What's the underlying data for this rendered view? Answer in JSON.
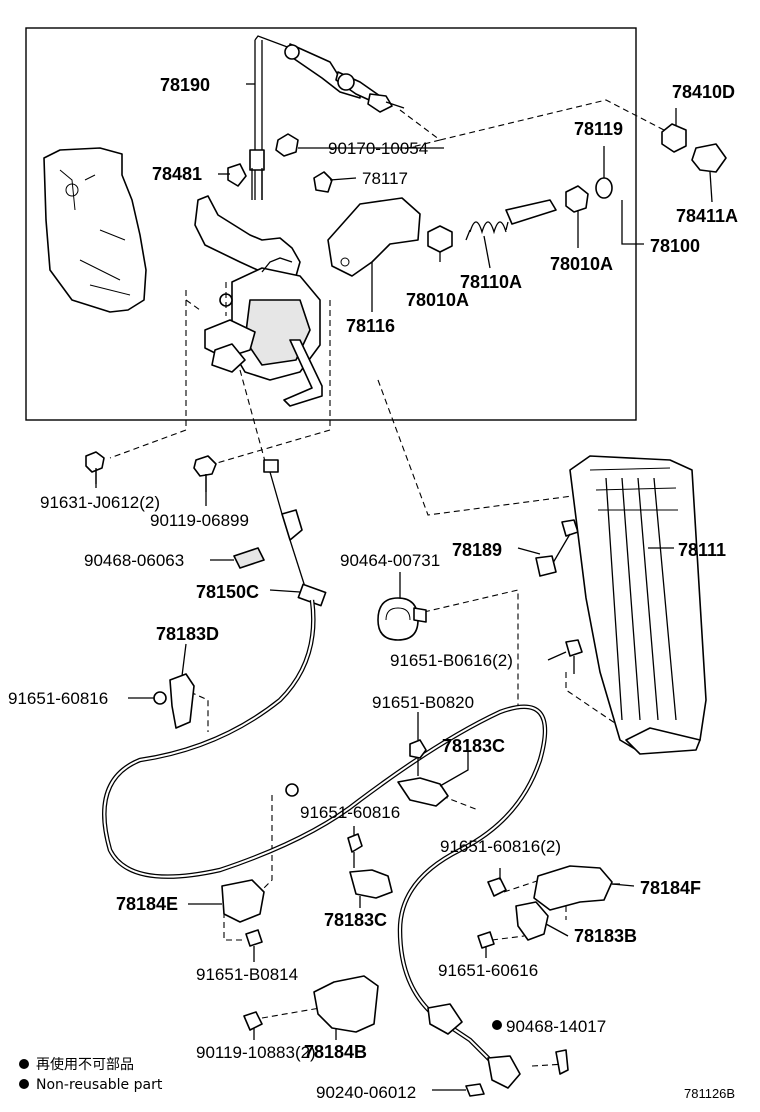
{
  "labels": {
    "l78190": "78190",
    "l90170": "90170-10054",
    "l78481": "78481",
    "l78117": "78117",
    "l78410D": "78410D",
    "l78119": "78119",
    "l78411A": "78411A",
    "l78100": "78100",
    "l78010A_r": "78010A",
    "l78110A": "78110A",
    "l78010A_l": "78010A",
    "l78116": "78116",
    "l91631": "91631-J0612(2)",
    "l90119a": "90119-06899",
    "l90468a": "90468-06063",
    "l78150C": "78150C",
    "l90464": "90464-00731",
    "l78189": "78189",
    "l78111": "78111",
    "l91651_b0616": "91651-B0616(2)",
    "l78183D": "78183D",
    "l91651_60816a": "91651-60816",
    "l91651_b0820": "91651-B0820",
    "l78183C_a": "78183C",
    "l91651_60816b": "91651-60816",
    "l91651_60816c": "91651-60816(2)",
    "l78184F": "78184F",
    "l78184E": "78184E",
    "l78183C_b": "78183C",
    "l78183B": "78183B",
    "l91651_60616": "91651-60616",
    "l91651_b0814": "91651-B0814",
    "l90468b": "90468-14017",
    "l78184B": "78184B",
    "l90119b": "90119-10883(2)",
    "l90240": "90240-06012"
  },
  "legend": {
    "jp": "再使用不可部品",
    "en": "Non-reusable part"
  },
  "diagram_code": "781126B",
  "colors": {
    "ink": "#000000",
    "paper": "#ffffff",
    "shade": "#e6e6e6"
  }
}
